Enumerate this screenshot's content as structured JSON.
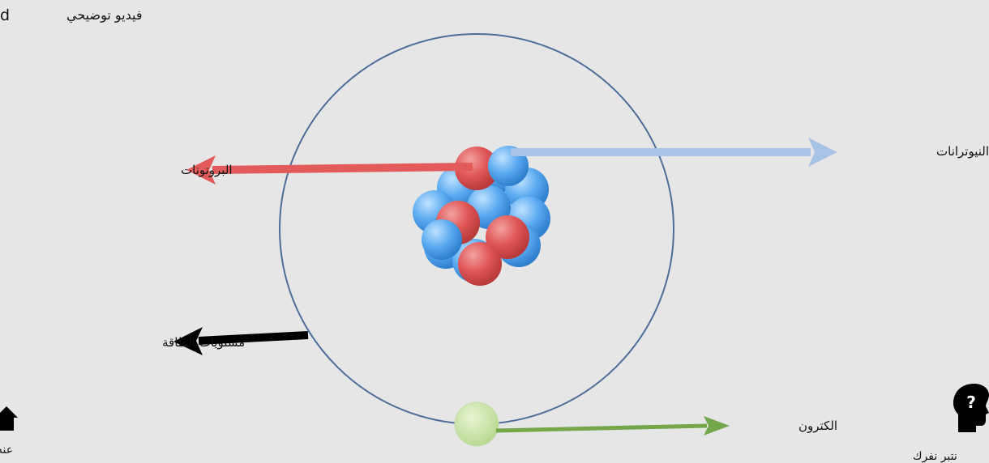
{
  "header": {
    "video_link": "فيديو توضيحي",
    "edge_letter": "d"
  },
  "diagram": {
    "labels": {
      "protons": "البروتونات",
      "neutrons": "النيوترانات",
      "energy_levels": "مستويات الطاقة",
      "electron": "الكترون"
    },
    "colors": {
      "protons": "#e35a5a",
      "neutrons": "#a9c3e6",
      "energy_levels": "#000000",
      "electron": "#74a64a",
      "orbit": "#4e6e99",
      "proton_fill": "#e05656",
      "neutron_fill": "#5faeea",
      "electron_fill": "#c9dfa6"
    }
  },
  "nav": {
    "home_label": "عنه",
    "help_label": "نتبر نفرك",
    "home_icon": "home-icon",
    "help_icon": "help-head-icon"
  }
}
